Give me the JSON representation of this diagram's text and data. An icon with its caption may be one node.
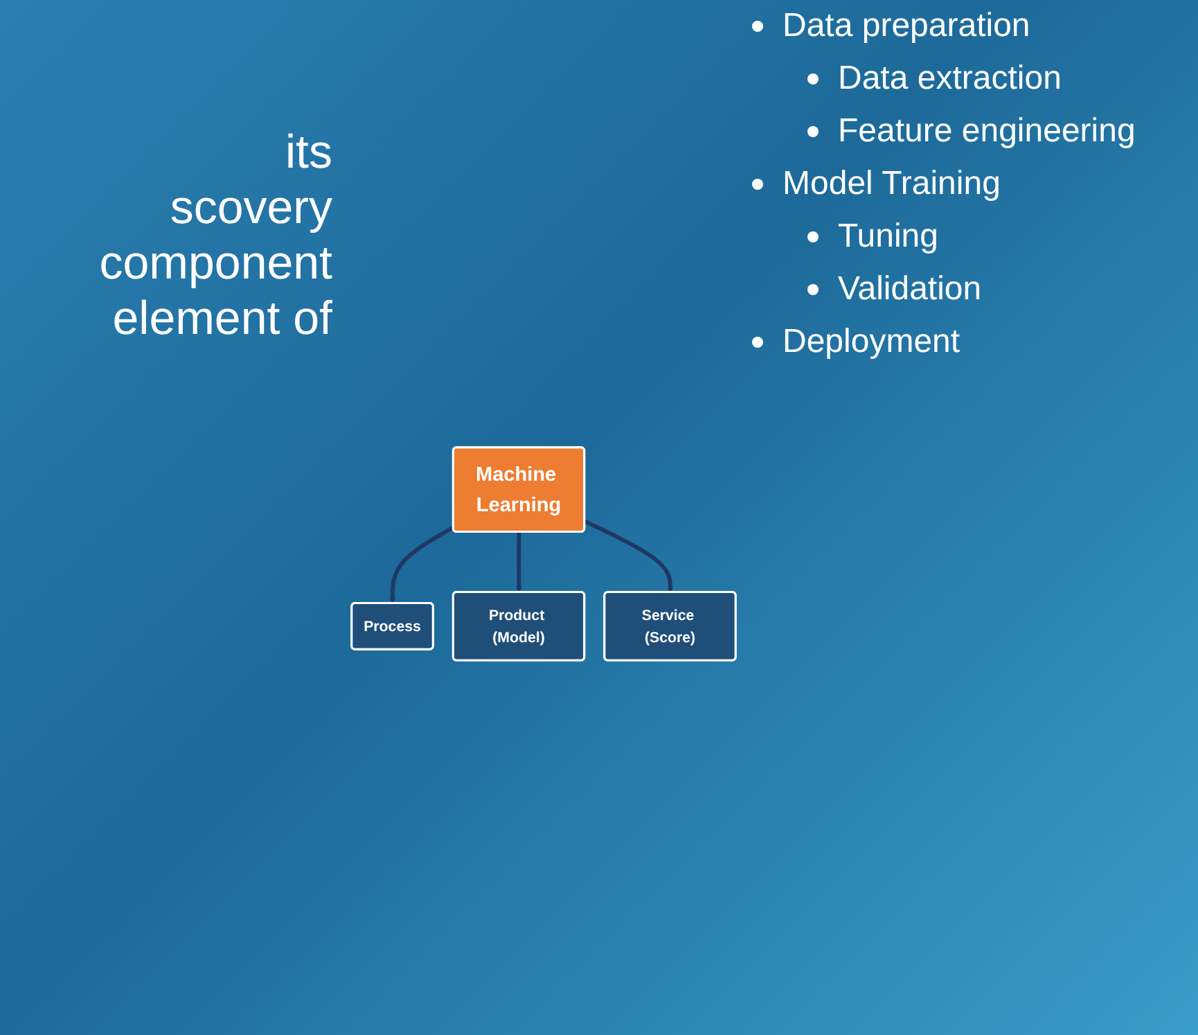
{
  "diagram": {
    "nodes": [
      {
        "text": [
          "Machine Learning"
        ]
      },
      {
        "text": [
          "Process"
        ]
      },
      {
        "text": [
          "Product (Model)"
        ]
      },
      {
        "text": [
          "Service (Score)"
        ]
      }
    ],
    "edges": [
      {
        "from": 0,
        "to": 1,
        "arrow": "to"
      },
      {
        "from": 0,
        "to": 2,
        "arrow": "to"
      },
      {
        "from": 0,
        "to": 3,
        "arrow": "to"
      }
    ],
    "labels": [
      "its",
      "scovery",
      "component",
      "element of",
      "Data preparation",
      "Data extraction",
      "Feature engineering",
      "Model Training",
      "Tuning",
      "Validation",
      "Deployment"
    ]
  }
}
